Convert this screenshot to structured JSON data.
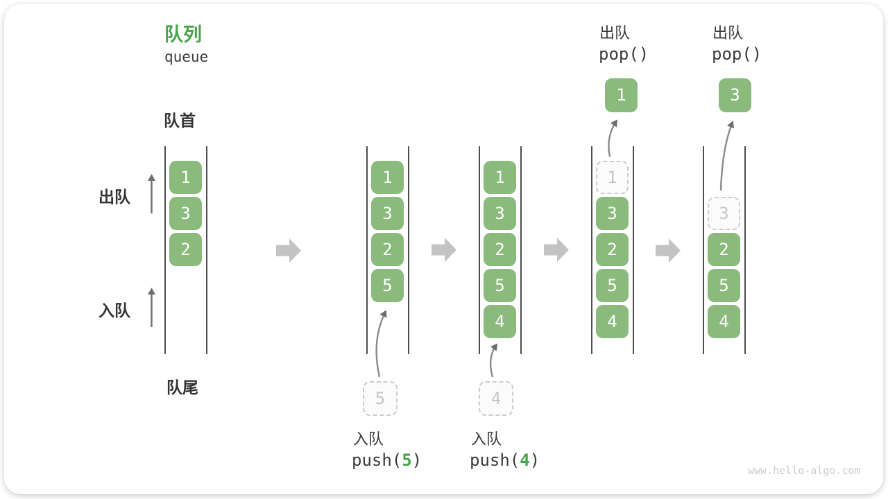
{
  "header": {
    "title_zh": "队列",
    "title_en": "queue"
  },
  "annotations": {
    "front_label": "队首",
    "rear_label": "队尾",
    "dequeue_label": "出队",
    "enqueue_label": "入队"
  },
  "watermark": "www.hello-algo.com",
  "colors": {
    "box_green": "#8BBA7D",
    "accent_green": "#47A347",
    "text_dark": "#3B3B3B",
    "block_arrow_gray": "#C3C3C3",
    "thin_arrow_gray": "#6E6E6E",
    "dashed_gray": "#CCCCCC",
    "wall_gray": "#4D4D4D"
  },
  "states": [
    {
      "cells": [
        "1",
        "3",
        "2"
      ]
    },
    {
      "cells": [
        "1",
        "3",
        "2",
        "5"
      ],
      "pending": "5",
      "op_zh": "入队",
      "op_prefix": "push(",
      "op_arg": "5",
      "op_suffix": ")"
    },
    {
      "cells": [
        "1",
        "3",
        "2",
        "5",
        "4"
      ],
      "pending": "4",
      "op_zh": "入队",
      "op_prefix": "push(",
      "op_arg": "4",
      "op_suffix": ")"
    },
    {
      "ghost": "1",
      "cells": [
        "3",
        "2",
        "5",
        "4"
      ],
      "popped": "1",
      "op_zh": "出队",
      "op_code": "pop()"
    },
    {
      "ghost": "3",
      "cells": [
        "2",
        "5",
        "4"
      ],
      "popped": "3",
      "op_zh": "出队",
      "op_code": "pop()"
    }
  ]
}
